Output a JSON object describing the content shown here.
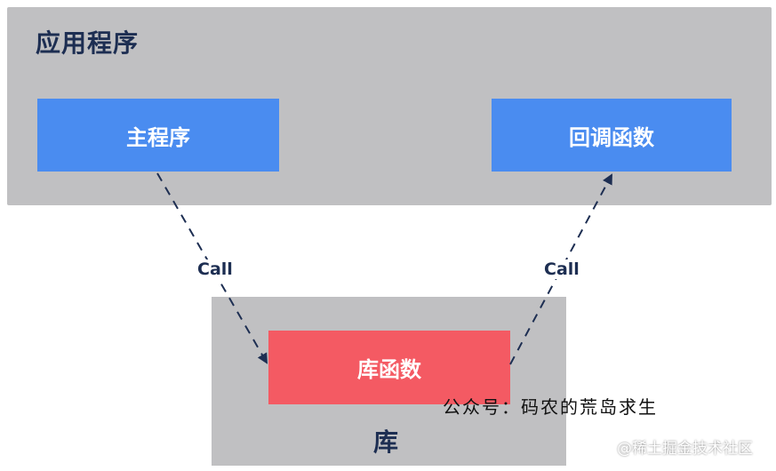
{
  "app": {
    "title": "应用程序",
    "main_program": "主程序",
    "callback_function": "回调函数"
  },
  "library": {
    "title": "库",
    "library_function": "库函数"
  },
  "edges": {
    "left_label": "Call",
    "right_label": "Call"
  },
  "watermarks": {
    "account": "公众号：码农的荒岛求生",
    "site": "@稀土掘金技术社区"
  },
  "colors": {
    "container": "#c0c0c2",
    "blue_box": "#4a8cf0",
    "red_box": "#f45a63",
    "dark_text": "#1d2e52"
  }
}
